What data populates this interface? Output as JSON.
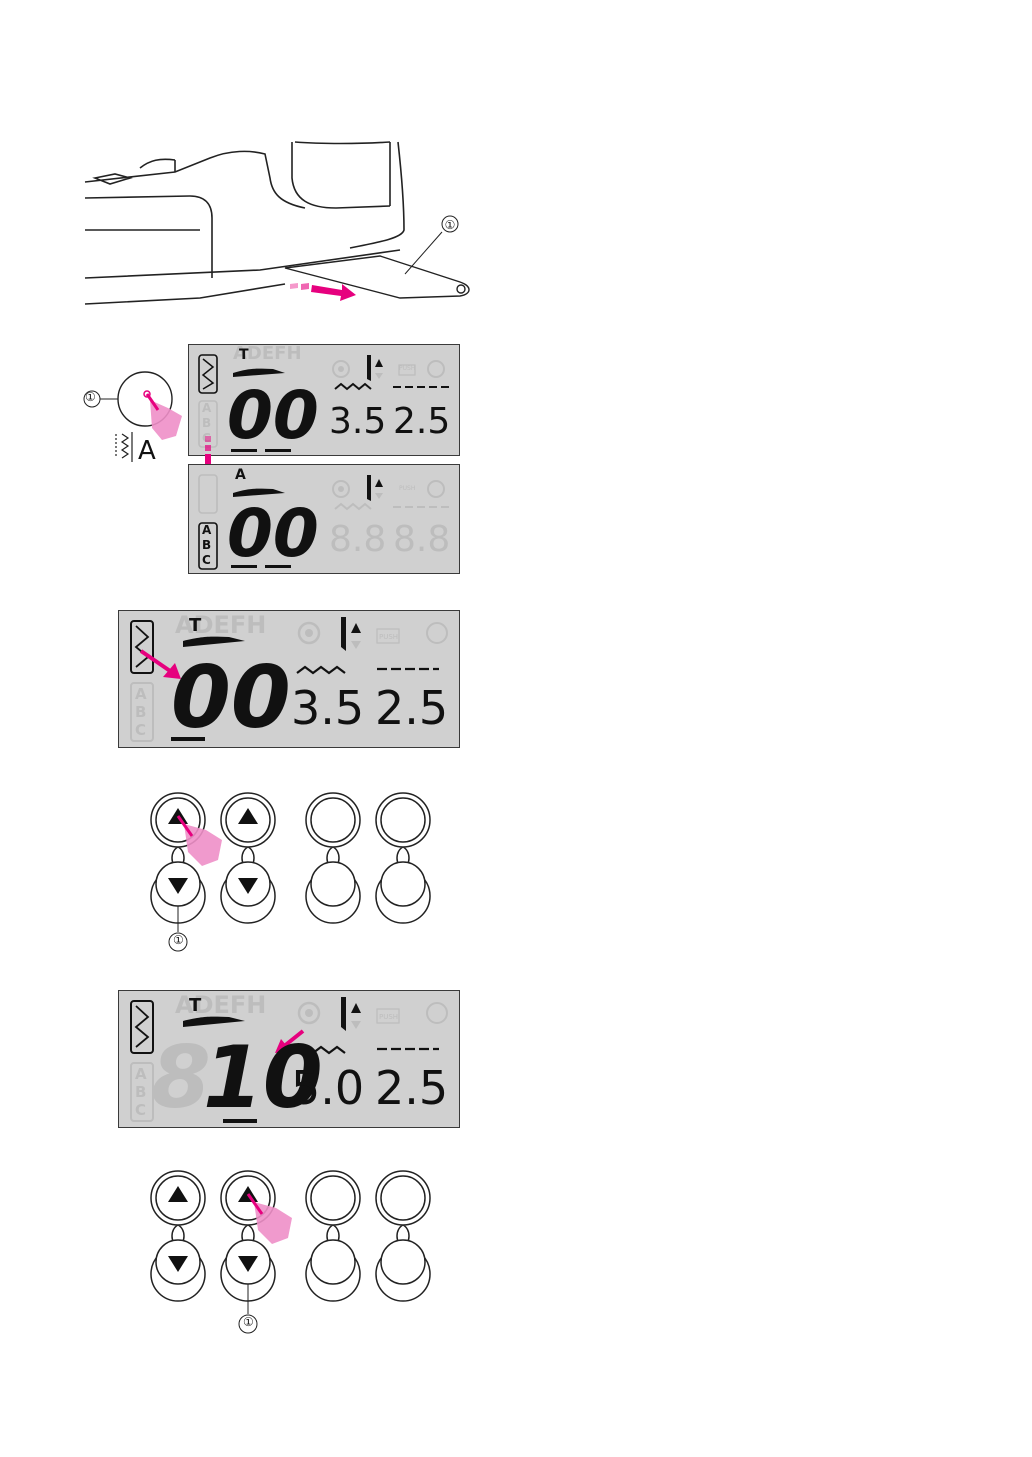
{
  "callout_marker": "①",
  "mode_button_symbol": "A",
  "colors": {
    "lcd_background": "#d0d0d0",
    "lcd_segment_on": "#111111",
    "lcd_segment_off": "#bdbdbd",
    "arrow_accent": "#e6007e",
    "finger": "#ee8fc8"
  },
  "lcd_common": {
    "letters": "ADEFH",
    "push_label": "PUSH",
    "abc": [
      "A",
      "B",
      "C"
    ]
  },
  "display_1": {
    "foot": "T",
    "pattern": "00",
    "width": "3.5",
    "length": "2.5"
  },
  "display_2": {
    "foot": "A",
    "pattern": "00",
    "width": "8.8",
    "length": "8.8"
  },
  "display_3": {
    "foot": "T",
    "pattern": "00",
    "width": "3.5",
    "length": "2.5"
  },
  "display_4": {
    "foot": "T",
    "pattern": "10",
    "pattern_ghost": "8",
    "width": "5.0",
    "length": "2.5"
  }
}
